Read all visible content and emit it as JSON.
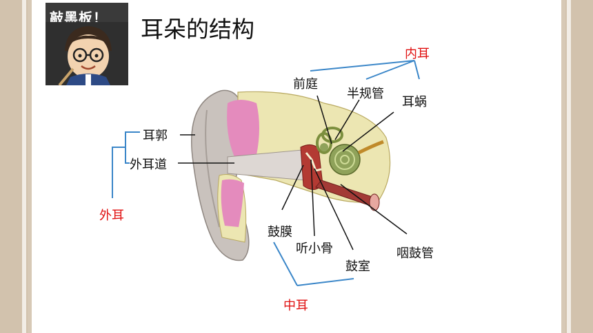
{
  "badge": {
    "text": "敲黑板！"
  },
  "title": "耳朵的结构",
  "labels": {
    "inner_ear": "内耳",
    "vestibule": "前庭",
    "semicircular_canals": "半规管",
    "cochlea": "耳蜗",
    "auricle": "耳郭",
    "ear_canal": "外耳道",
    "outer_ear": "外耳",
    "eardrum": "鼓膜",
    "ossicles": "听小骨",
    "tympanic_cavity": "鼓室",
    "eustachian_tube": "咽鼓管",
    "middle_ear": "中耳"
  },
  "colors": {
    "group_label": "#e01010",
    "bracket": "#3a86c8",
    "pointer": "#111111"
  }
}
